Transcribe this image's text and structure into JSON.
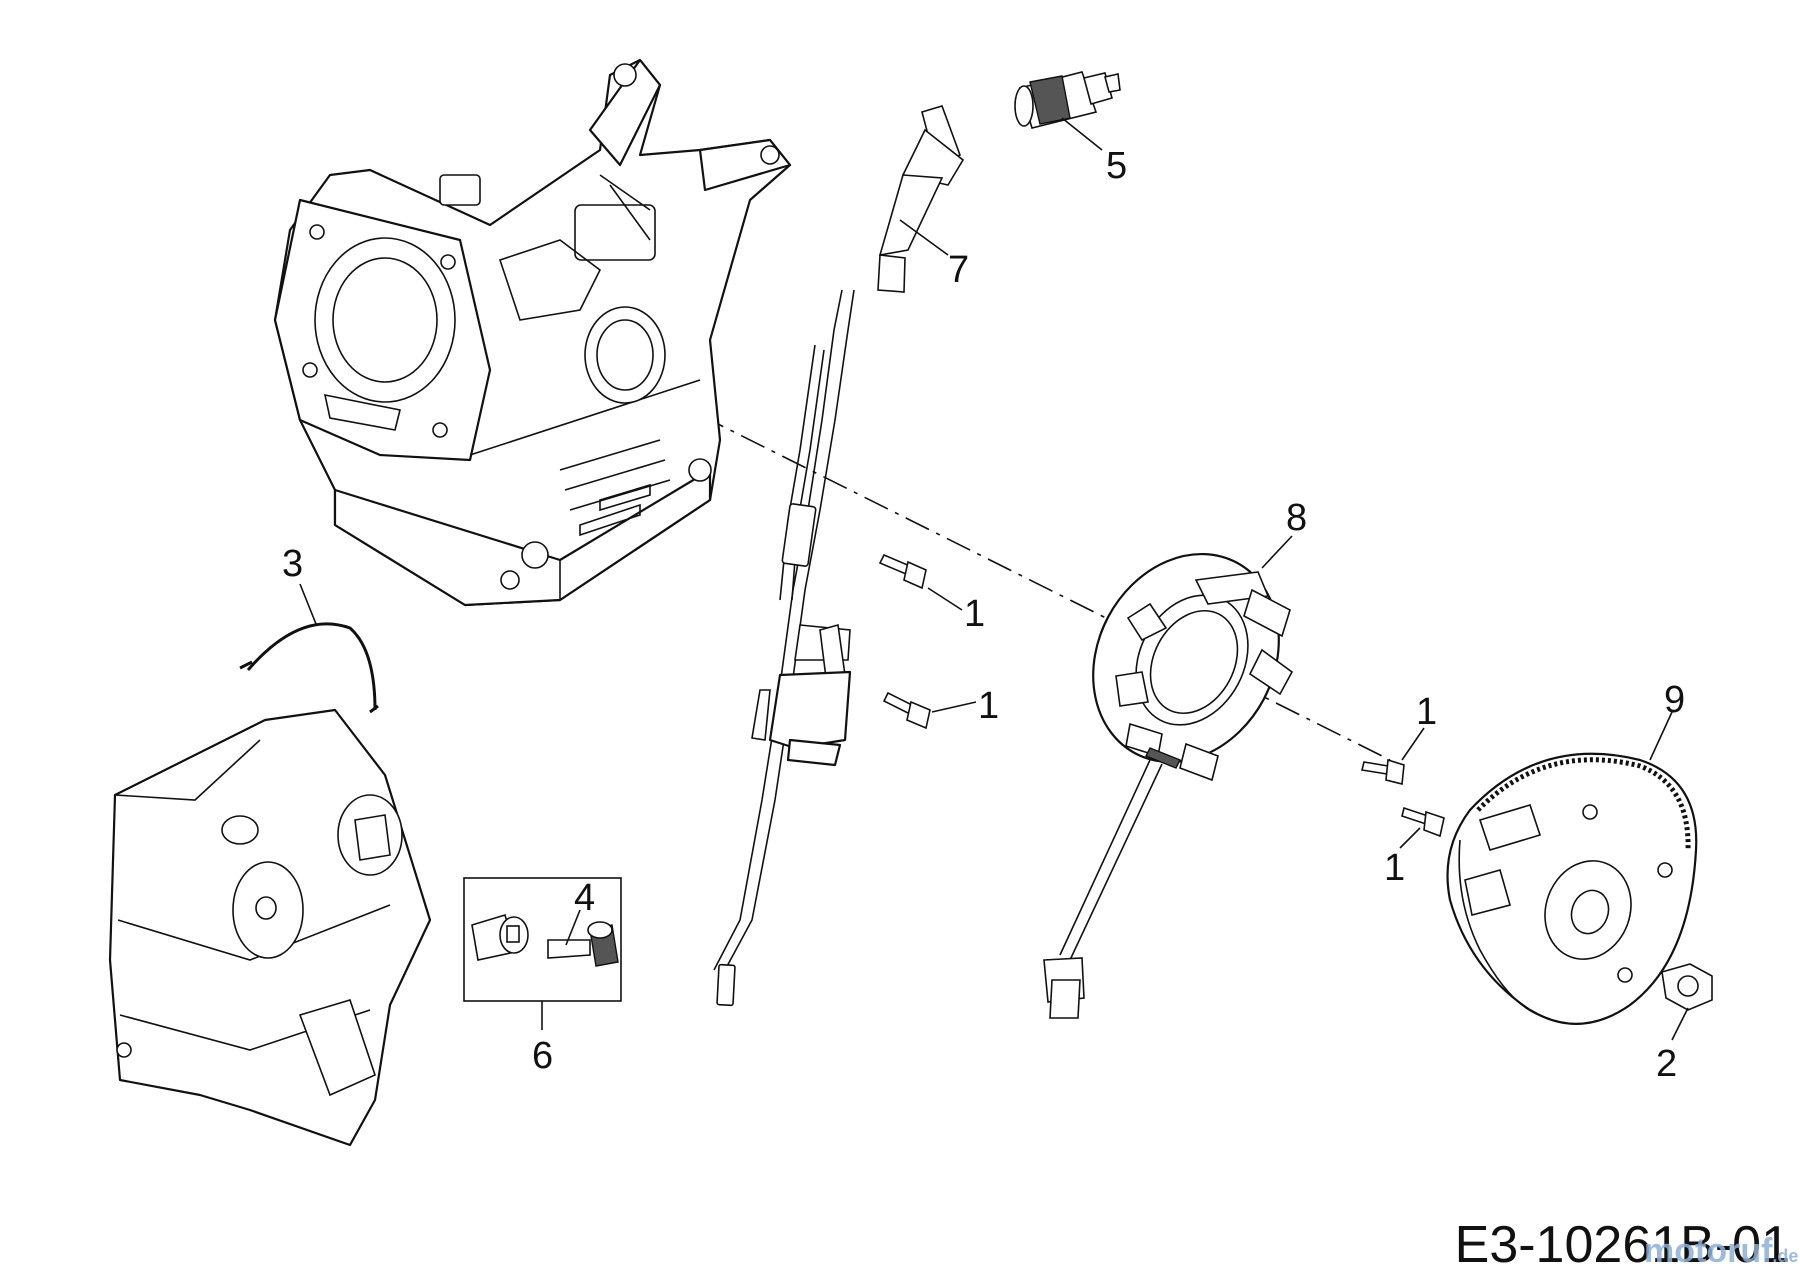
{
  "diagram_code": "E3-10261B-01",
  "watermark": {
    "text": "motoruf",
    "suffix": ".de",
    "color": "#8fb0d6"
  },
  "callouts": {
    "c1a": "1",
    "c1b": "1",
    "c1c": "1",
    "c1d": "1",
    "c2": "2",
    "c3": "3",
    "c4": "4",
    "c5": "5",
    "c6": "6",
    "c7": "7",
    "c8": "8",
    "c9": "9"
  }
}
